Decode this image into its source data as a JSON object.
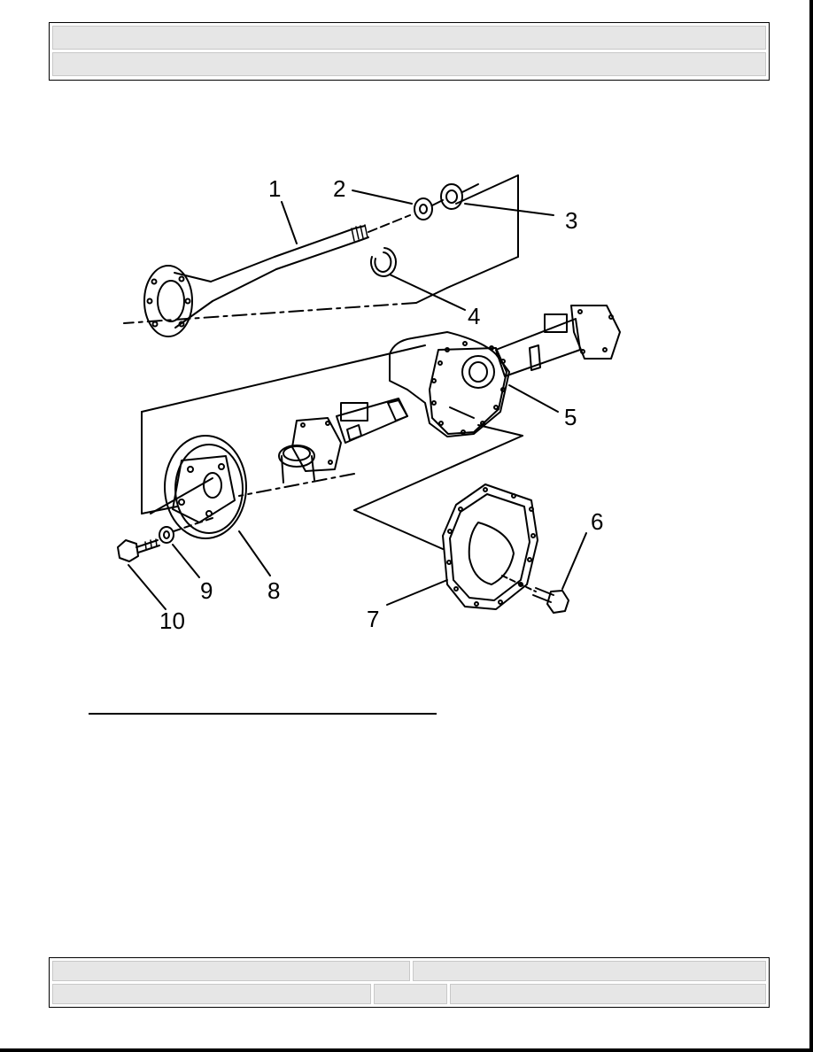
{
  "header": {
    "title": "",
    "subtitle": ""
  },
  "diagram": {
    "callouts": [
      "1",
      "2",
      "3",
      "4",
      "5",
      "6",
      "7",
      "8",
      "9",
      "10"
    ],
    "caption": ""
  },
  "footer": {
    "left_top": "",
    "right_top": "",
    "left_bottom": "",
    "middle_bottom": "",
    "right_bottom": ""
  }
}
